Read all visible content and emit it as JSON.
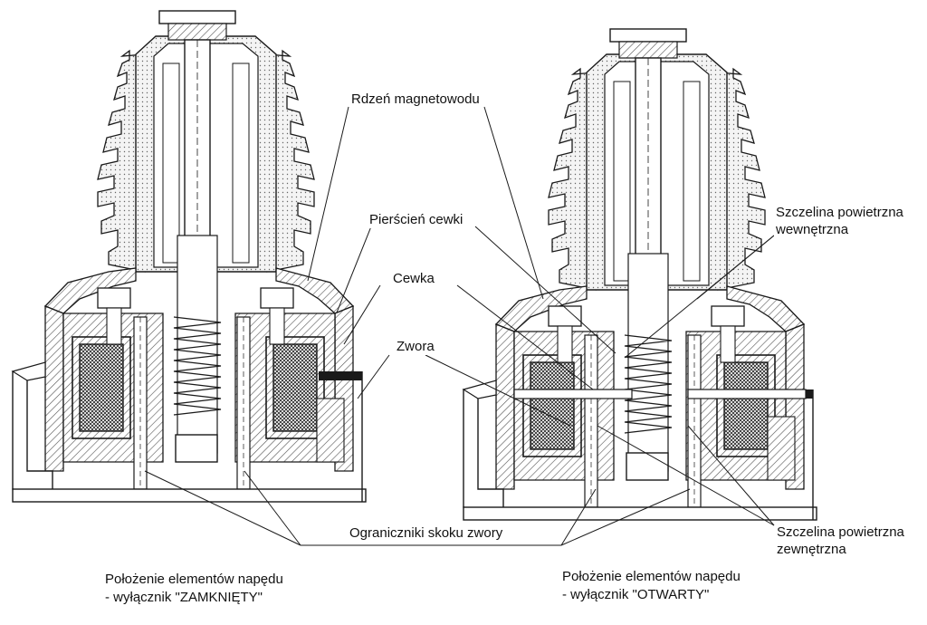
{
  "labels": {
    "rdzen": "Rdzeń magnetowodu",
    "pierscien": "Pierścień cewki",
    "cewka": "Cewka",
    "zwora": "Zwora",
    "szczelina_wew_1": "Szczelina powietrzna",
    "szczelina_wew_2": "wewnętrzna",
    "szczelina_zew_1": "Szczelina powietrzna",
    "szczelina_zew_2": "zewnętrzna",
    "ograniczniki": "Ograniczniki skoku zwory"
  },
  "captions": {
    "left_line1": "Położenie elementów napędu",
    "left_line2": "- wyłącznik \"ZAMKNIĘTY\"",
    "right_line1": "Położenie elementów napędu",
    "right_line2": "- wyłącznik \"OTWARTY\""
  },
  "colors": {
    "line": "#1a1a1a",
    "hatch": "#555555",
    "fill": "#e8e8e8"
  }
}
